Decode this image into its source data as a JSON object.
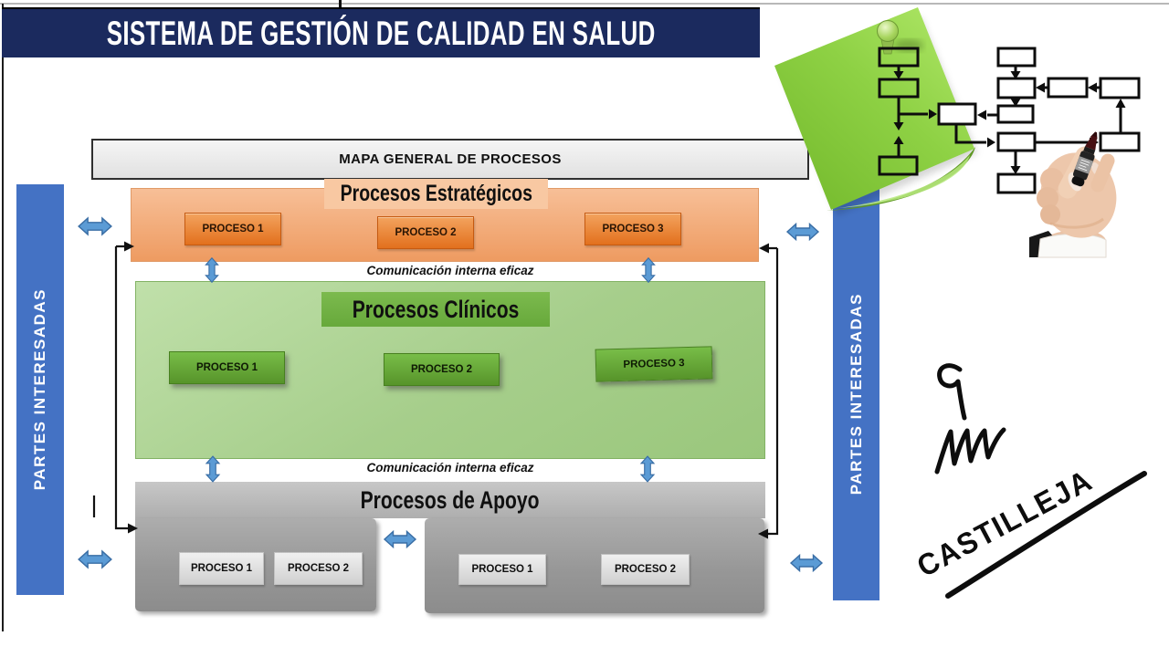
{
  "title": "SISTEMA DE GESTIÓN DE CALIDAD EN SALUD",
  "map_header": "MAPA GENERAL DE PROCESOS",
  "left_bar": {
    "label": "PARTES INTERESADAS"
  },
  "right_bar": {
    "label": "PARTES INTERESADAS"
  },
  "communication_top": "Comunicación interna eficaz",
  "communication_bottom": "Comunicación interna eficaz",
  "sections": {
    "estrategicos": {
      "label": "Procesos Estratégicos",
      "processes": [
        "PROCESO 1",
        "PROCESO 2",
        "PROCESO 3"
      ]
    },
    "clinicos": {
      "label": "Procesos Clínicos",
      "processes": [
        "PROCESO 1",
        "PROCESO 2",
        "PROCESO 3"
      ]
    },
    "apoyo": {
      "label": "Procesos de Apoyo",
      "left_processes": [
        "PROCESO 1",
        "PROCESO 2"
      ],
      "right_processes": [
        "PROCESO 1",
        "PROCESO 2"
      ]
    }
  },
  "signature": {
    "name": "CASTILLEJA"
  },
  "icons": {
    "double_arrow": "double-headed-arrow",
    "feedback_bracket": "feedback-loop-arrow",
    "push_pin": "push-pin",
    "sticky_note": "sticky-note",
    "marker_pen": "marker-pen",
    "hand": "hand-photo"
  },
  "colors": {
    "title_navy": "#1B2A5E",
    "bar_blue": "#4472C4",
    "arrow_blue": "#5B9BD5",
    "orange_panel": "#F2A878",
    "orange_box": "#E87623",
    "green_panel": "#A9D18E",
    "green_box": "#66AC34",
    "gray_band": "#BDBDBD",
    "gray_panel": "#979797",
    "gray_box": "#E2E2E2",
    "note_green": "#85CC3E",
    "skin": "#EDC7AB",
    "ink_black": "#0D0D0D"
  }
}
